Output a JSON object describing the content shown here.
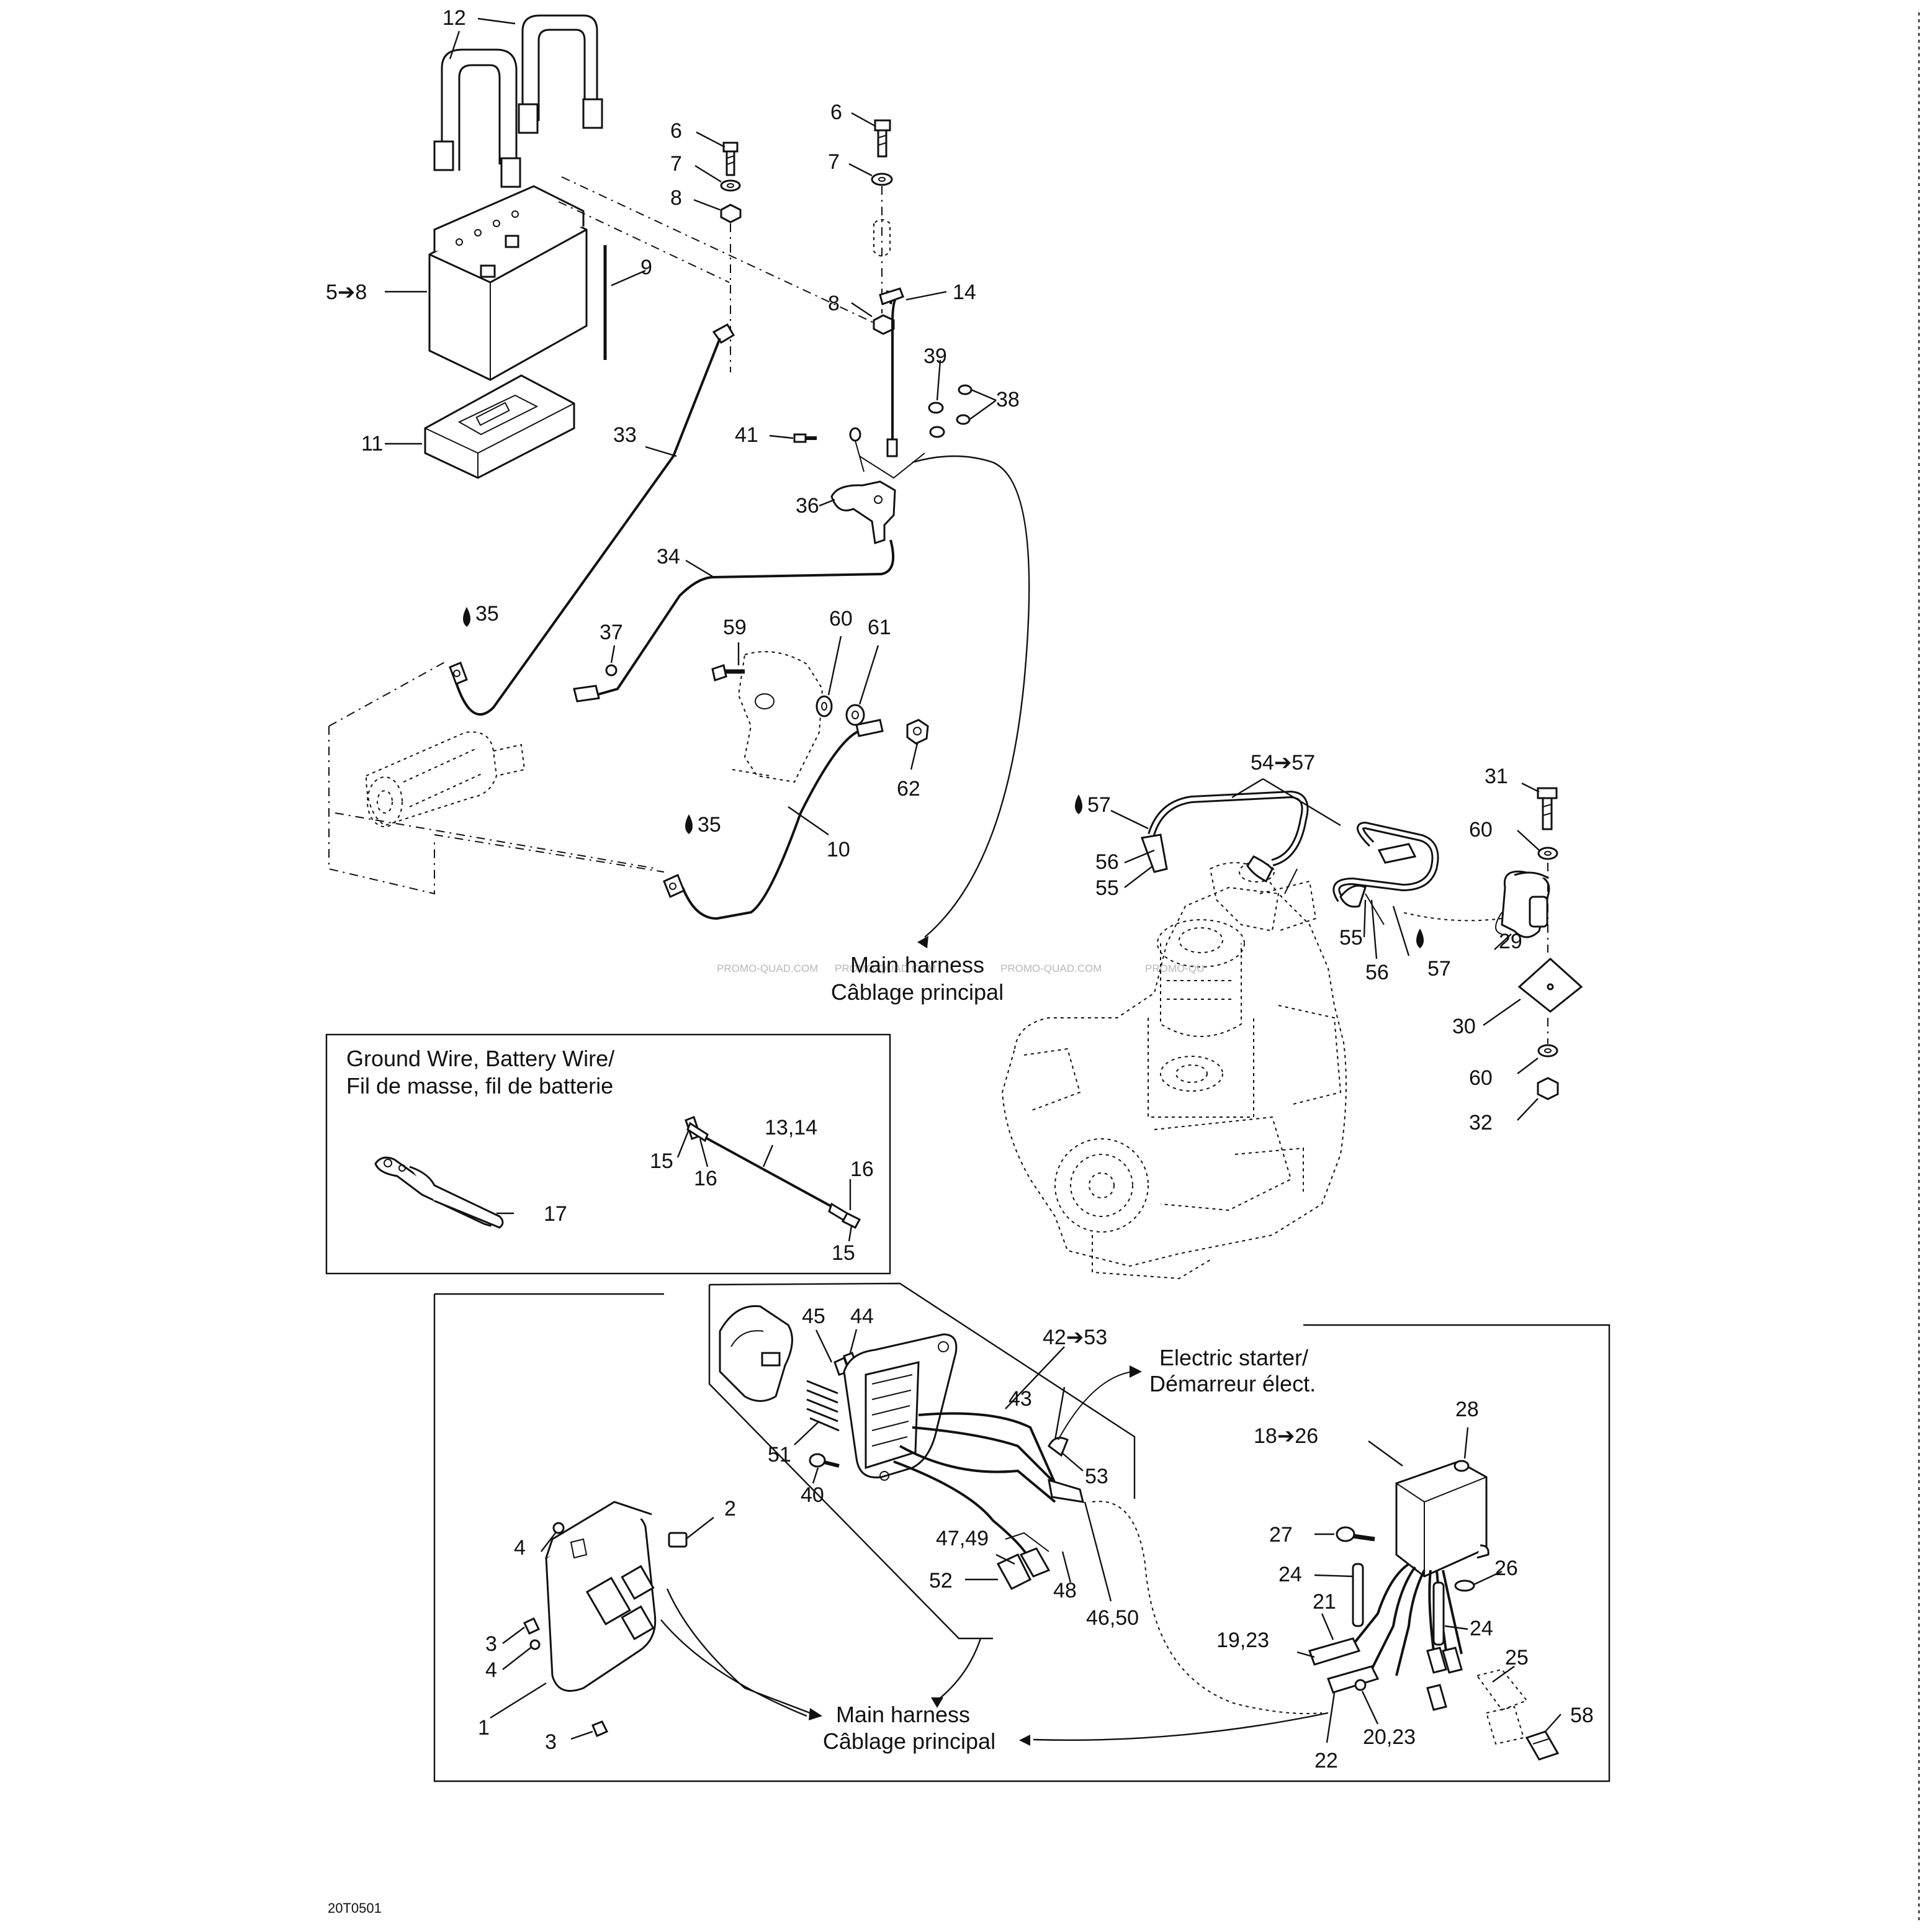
{
  "diagram": {
    "code": "20T0501",
    "watermark": "PROMO-QUAD.COM",
    "watermark_short": "PROMO-QU",
    "captions": {
      "main_harness_1_en": "Main harness",
      "main_harness_1_fr": "Câblage principal",
      "main_harness_2_en": "Main harness",
      "main_harness_2_fr": "Câblage principal",
      "ground_wire_title_1": "Ground Wire, Battery Wire/",
      "ground_wire_title_2": "Fil de masse, fil de batterie",
      "electric_starter_en": "Electric starter/",
      "electric_starter_fr": "Démarreur élect."
    },
    "callouts": {
      "c12": "12",
      "c6a": "6",
      "c7a": "7",
      "c8a": "8",
      "c6b": "6",
      "c7b": "7",
      "c5_8": "5➔8",
      "c9": "9",
      "c8b": "8",
      "c14": "14",
      "c39": "39",
      "c38": "38",
      "c11": "11",
      "c33": "33",
      "c41": "41",
      "c36": "36",
      "c34": "34",
      "c35a": "35",
      "c37": "37",
      "c59": "59",
      "c60a": "60",
      "c61": "61",
      "c62": "62",
      "c35b": "35",
      "c10": "10",
      "c54_57": "54➔57",
      "c57a": "57",
      "c31": "31",
      "c56a": "56",
      "c55a": "55",
      "c60b": "60",
      "c55b": "55",
      "c29": "29",
      "c56b": "56",
      "c57b": "57",
      "c30": "30",
      "c60c": "60",
      "c32": "32",
      "c13_14": "13,14",
      "c15a": "15",
      "c16a": "16",
      "c16b": "16",
      "c17": "17",
      "c15b": "15",
      "c45": "45",
      "c44": "44",
      "c42_53": "42➔53",
      "c43": "43",
      "c51": "51",
      "c53": "53",
      "c40": "40",
      "c2": "2",
      "c4a": "4",
      "c47_49": "47,49",
      "c52": "52",
      "c48": "48",
      "c46_50": "46,50",
      "c3a": "3",
      "c4b": "4",
      "c1": "1",
      "c3b": "3",
      "c28": "28",
      "c18_26": "18➔26",
      "c27": "27",
      "c24a": "24",
      "c26": "26",
      "c21": "21",
      "c24b": "24",
      "c19_23": "19,23",
      "c25": "25",
      "c58": "58",
      "c22": "22",
      "c20_23": "20,23"
    }
  }
}
